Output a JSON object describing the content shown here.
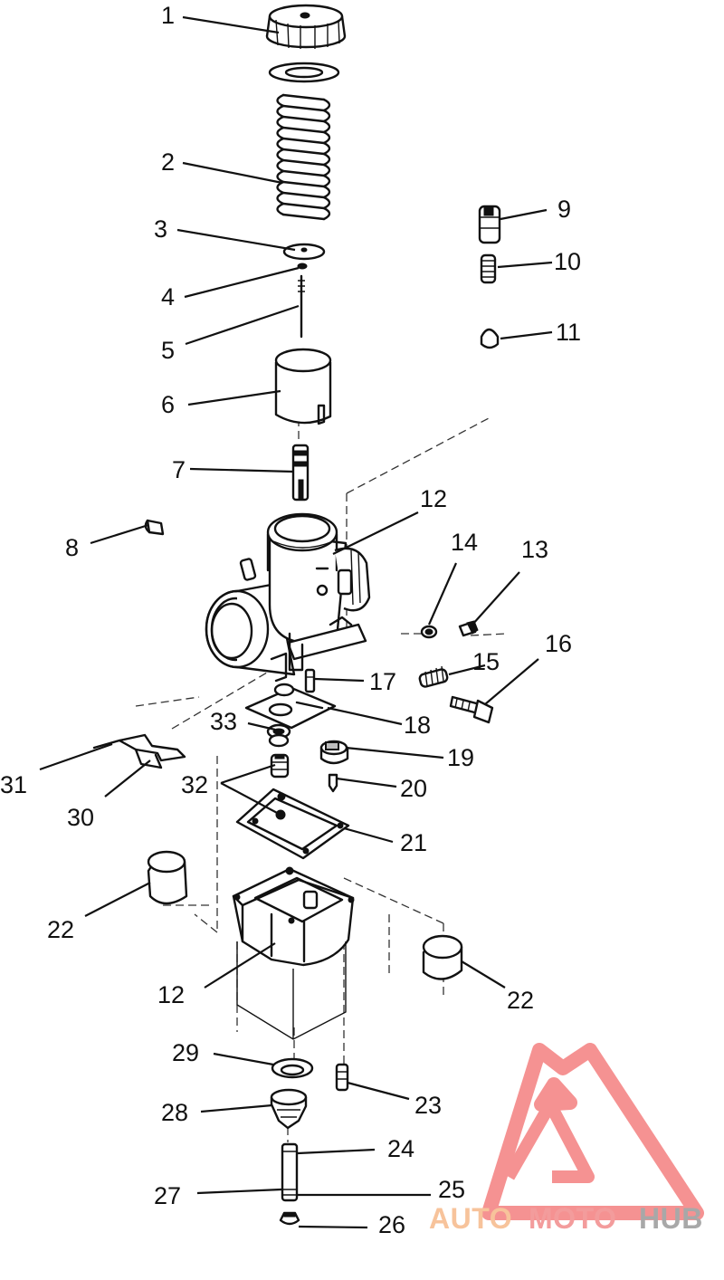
{
  "parts": [
    {
      "id": "p1",
      "number": "1"
    },
    {
      "id": "p2",
      "number": "2"
    },
    {
      "id": "p3",
      "number": "3"
    },
    {
      "id": "p4",
      "number": "4"
    },
    {
      "id": "p5",
      "number": "5"
    },
    {
      "id": "p6",
      "number": "6"
    },
    {
      "id": "p7",
      "number": "7"
    },
    {
      "id": "p8",
      "number": "8"
    },
    {
      "id": "p9",
      "number": "9"
    },
    {
      "id": "p10",
      "number": "10"
    },
    {
      "id": "p11",
      "number": "11"
    },
    {
      "id": "p12a",
      "number": "12"
    },
    {
      "id": "p12b",
      "number": "12"
    },
    {
      "id": "p13",
      "number": "13"
    },
    {
      "id": "p14",
      "number": "14"
    },
    {
      "id": "p15",
      "number": "15"
    },
    {
      "id": "p16",
      "number": "16"
    },
    {
      "id": "p17",
      "number": "17"
    },
    {
      "id": "p18",
      "number": "18"
    },
    {
      "id": "p19",
      "number": "19"
    },
    {
      "id": "p20",
      "number": "20"
    },
    {
      "id": "p21",
      "number": "21"
    },
    {
      "id": "p22a",
      "number": "22"
    },
    {
      "id": "p22b",
      "number": "22"
    },
    {
      "id": "p23",
      "number": "23"
    },
    {
      "id": "p24",
      "number": "24"
    },
    {
      "id": "p25",
      "number": "25"
    },
    {
      "id": "p26",
      "number": "26"
    },
    {
      "id": "p27",
      "number": "27"
    },
    {
      "id": "p28",
      "number": "28"
    },
    {
      "id": "p29",
      "number": "29"
    },
    {
      "id": "p30",
      "number": "30"
    },
    {
      "id": "p31",
      "number": "31"
    },
    {
      "id": "p32",
      "number": "32"
    },
    {
      "id": "p33",
      "number": "33"
    }
  ],
  "watermark": {
    "word_1": "AUTO",
    "word_2": "MOTO",
    "word_3": "HUB",
    "colors": {
      "auto": "#f6b98a",
      "moto": "#f28b8b",
      "hub": "#9a9a9a",
      "triangle": "#f48080"
    }
  }
}
